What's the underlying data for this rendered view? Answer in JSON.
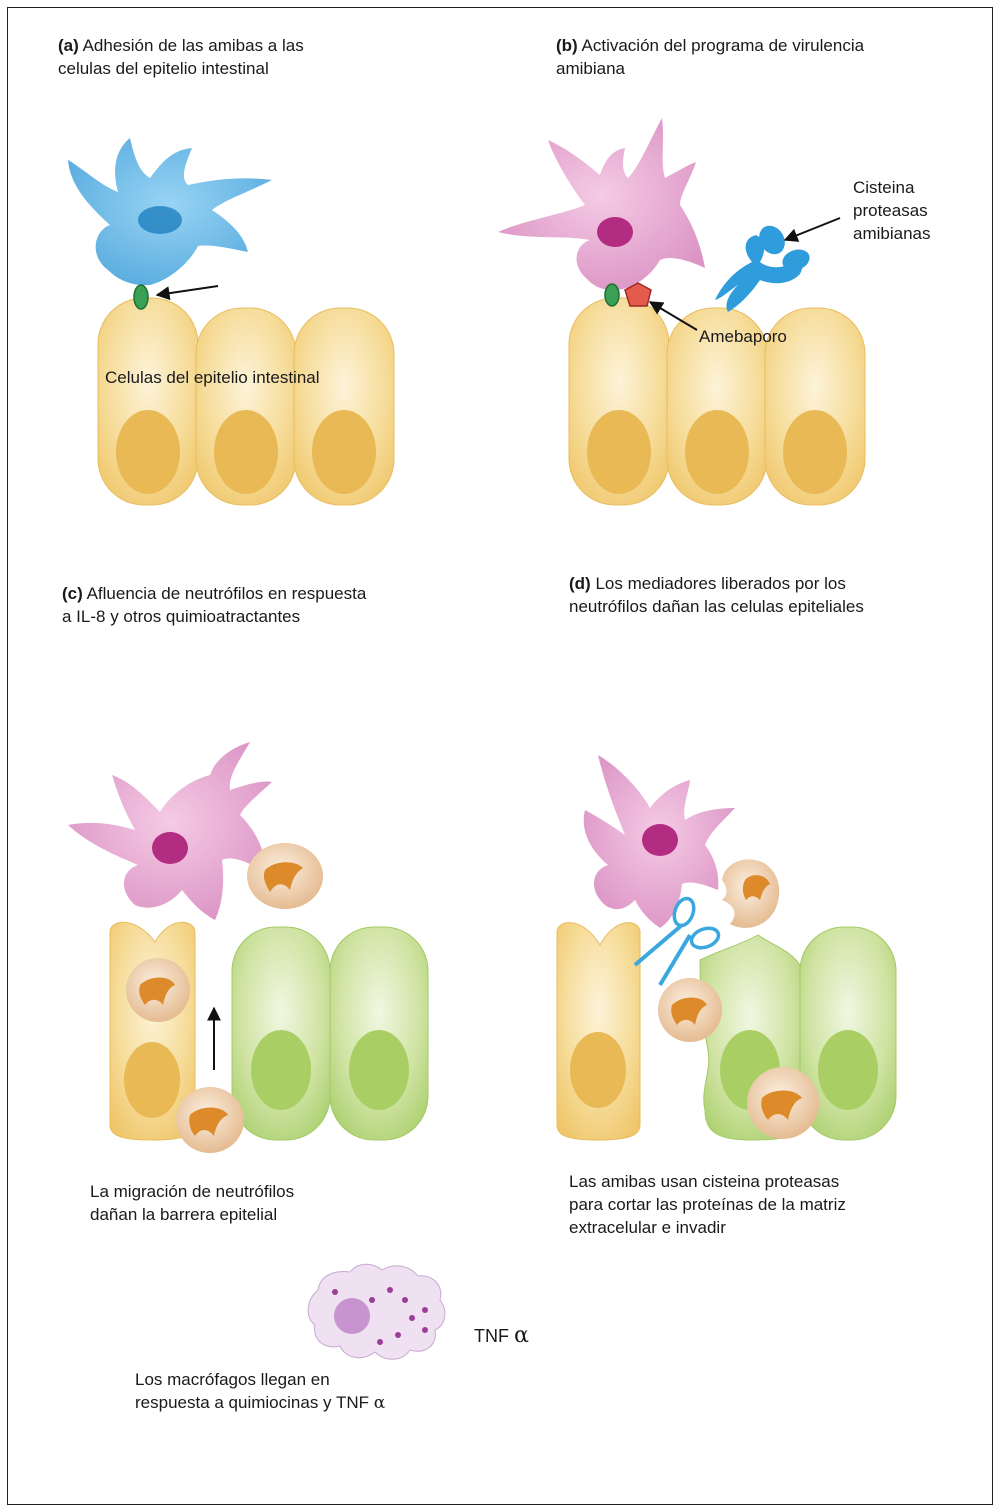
{
  "panels": {
    "a": {
      "letter": "(a)",
      "title_line1": "Adhesión de las amibas a las",
      "title_line2": "celulas del epitelio intestinal",
      "cells_label": "Celulas del epitelio intestinal"
    },
    "b": {
      "letter": "(b)",
      "title_line1": "Activación del programa de virulencia",
      "title_line2": "amibiana",
      "protease_label_line1": "Cisteina",
      "protease_label_line2": "proteasas",
      "protease_label_line3": "amibianas",
      "amebapore_label": "Amebaporo"
    },
    "c": {
      "letter": "(c)",
      "title_line1": "Afluencia de neutrófilos en respuesta",
      "title_line2": "a IL-8 y otros quimioatractantes",
      "caption_line1": "La migración de neutrófilos",
      "caption_line2": "dañan la barrera epitelial"
    },
    "d": {
      "letter": "(d)",
      "title_line1": "Los mediadores liberados por los",
      "title_line2": "neutrófilos dañan las celulas epiteliales",
      "caption_line1": "Las amibas usan cisteina proteasas",
      "caption_line2": "para cortar las proteínas de la matriz",
      "caption_line3": "extracelular e invadir"
    },
    "macrophage": {
      "tnf_label": "TNF",
      "alpha": "α",
      "caption_line1": "Los macrófagos llegan en",
      "caption_line2": "respuesta a quimiocinas y TNF",
      "caption_alpha": "α"
    }
  },
  "colors": {
    "epithelial_yellow": "#f3cf7c",
    "epithelial_green": "#bcd984",
    "amoeba_blue": "#5fb0e2",
    "amoeba_pink": "#e6a6cf",
    "neutrophil": "#e9c298",
    "macrophage": "#ead7ec",
    "protease_blue": "#3b9fd8",
    "amebapore_red": "#e45a4c"
  }
}
